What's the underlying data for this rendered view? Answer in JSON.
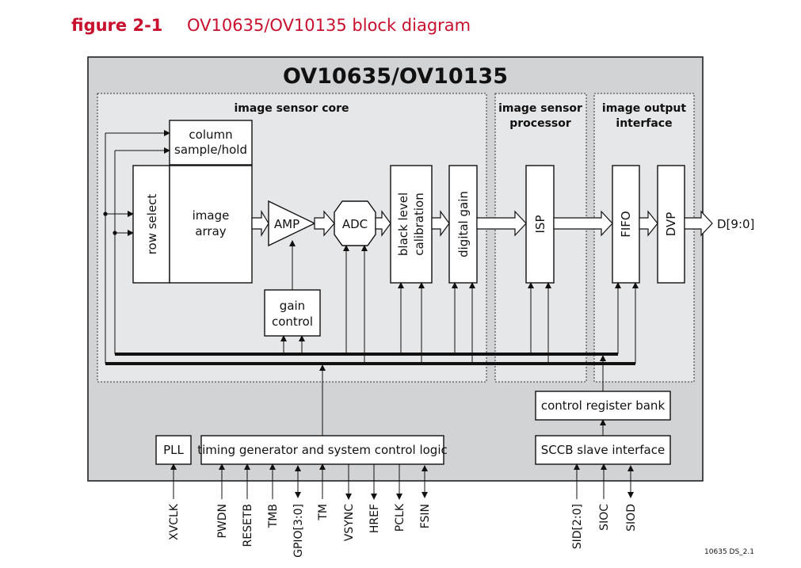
{
  "figure": {
    "number": "figure 2-1",
    "title": "OV10635/OV10135 block diagram"
  },
  "chip_title": "OV10635/OV10135",
  "sections": {
    "sensor_core": "image sensor core",
    "processor": [
      "image sensor",
      "processor"
    ],
    "output": [
      "image output",
      "interface"
    ]
  },
  "blocks": {
    "column": [
      "column",
      "sample/hold"
    ],
    "row_select": "row select",
    "image_array": [
      "image",
      "array"
    ],
    "amp": "AMP",
    "adc": "ADC",
    "gain_control": [
      "gain",
      "control"
    ],
    "black_level": [
      "black level",
      "calibration"
    ],
    "digital_gain": "digital gain",
    "isp": "ISP",
    "fifo": "FIFO",
    "dvp": "DVP",
    "control_register_bank": "control register bank",
    "sccb": "SCCB slave interface",
    "pll": "PLL",
    "timing": "timing generator and system control logic"
  },
  "output_signal": "D[9:0]",
  "pins_left": [
    "XVCLK",
    "PWDN",
    "RESETB",
    "TMB",
    "GPIO[3:0]",
    "TM",
    "VSYNC",
    "HREF",
    "PCLK",
    "FSIN"
  ],
  "pins_right": [
    "SID[2:0]",
    "SIOC",
    "SIOD"
  ],
  "reference_code": "10635 DS_2.1"
}
